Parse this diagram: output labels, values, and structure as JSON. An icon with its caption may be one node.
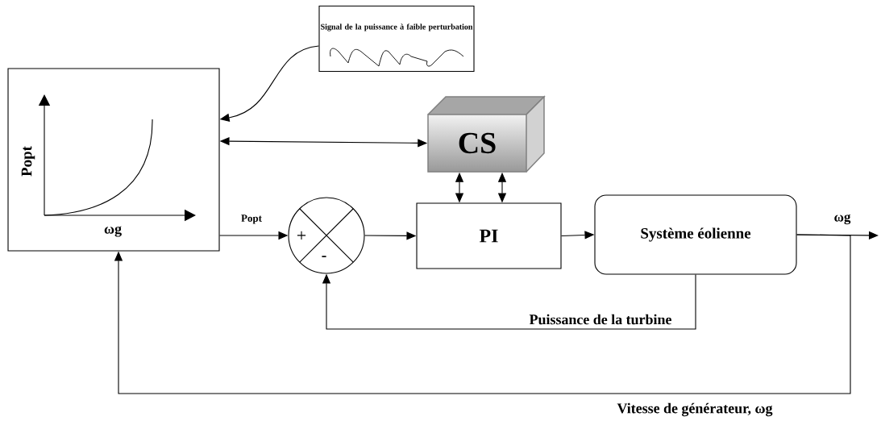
{
  "diagram": {
    "nodes": [
      {
        "text": [
          "Popt",
          "ωg"
        ]
      },
      {
        "text": [
          "Signal de la puissance à faible perturbation"
        ]
      },
      {
        "text": [
          "CS"
        ]
      },
      {
        "text": [
          "+",
          "-"
        ]
      },
      {
        "text": [
          "PI"
        ]
      },
      {
        "text": [
          "Système éolienne"
        ]
      }
    ],
    "edges": [
      {
        "from": 1,
        "to": 0,
        "arrow": "to"
      },
      {
        "from": 0,
        "to": 2,
        "arrow": "both"
      },
      {
        "from": 2,
        "to": 4,
        "arrow": "both"
      },
      {
        "from": 2,
        "to": 4,
        "arrow": "both"
      },
      {
        "from": 0,
        "to": 3,
        "arrow": "to",
        "label": "Popt"
      },
      {
        "from": 3,
        "to": 4,
        "arrow": "to"
      },
      {
        "from": 4,
        "to": 5,
        "arrow": "to"
      },
      {
        "from": 5,
        "to": null,
        "arrow": "to",
        "label": "ωg"
      },
      {
        "from": 5,
        "to": 3,
        "arrow": "to",
        "label": "Puissance de la turbine"
      },
      {
        "from": 5,
        "to": 0,
        "arrow": "to",
        "label": "Vitesse de générateur, ωg"
      }
    ]
  }
}
